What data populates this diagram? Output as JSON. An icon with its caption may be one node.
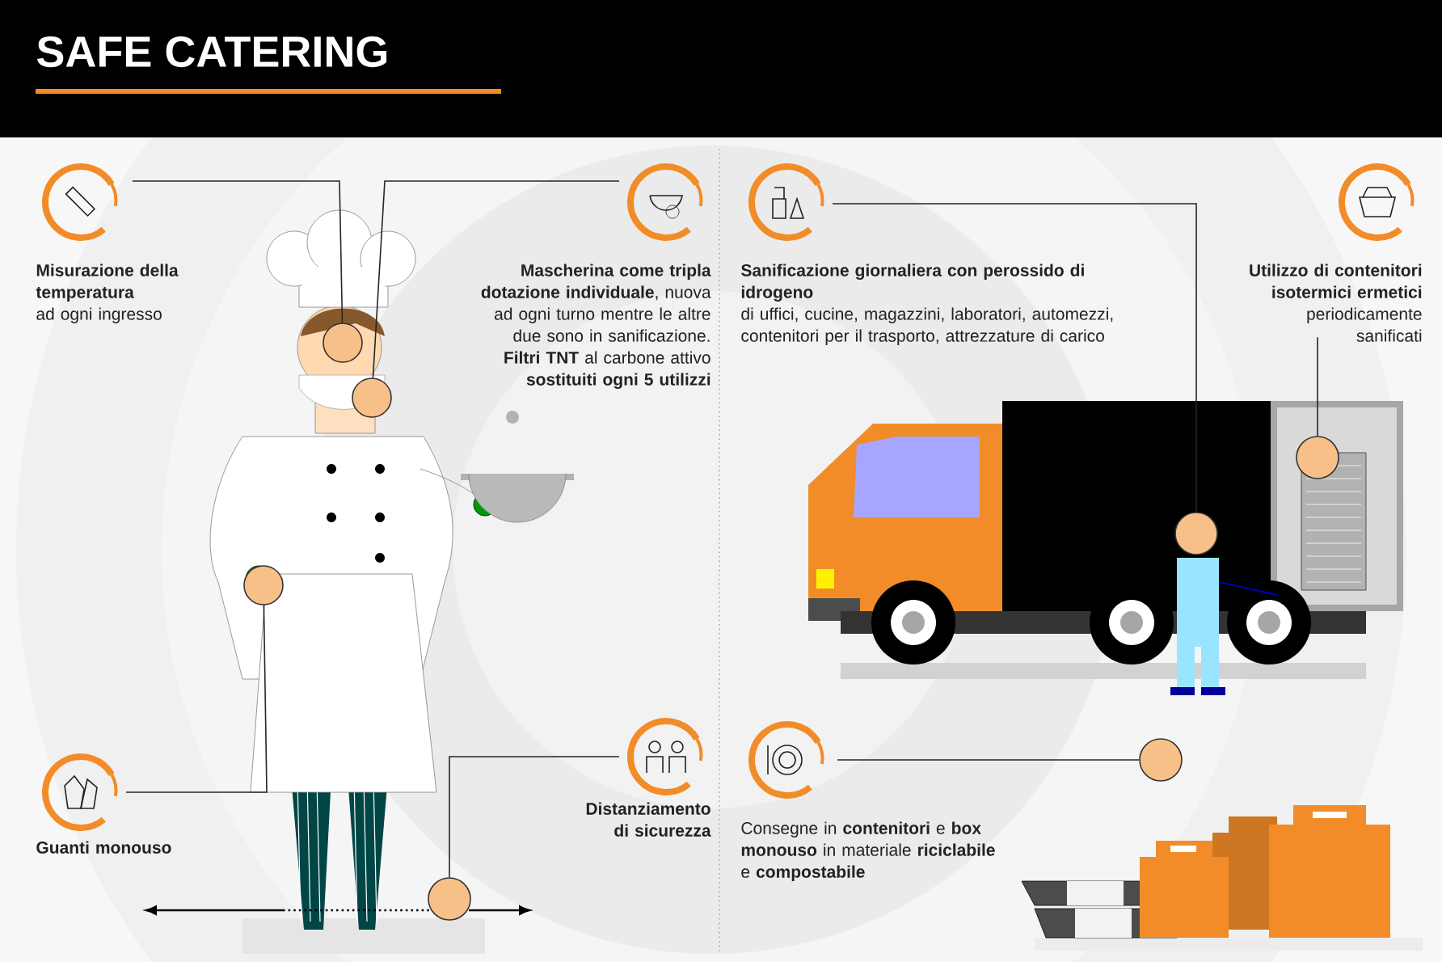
{
  "diagram": {
    "title": "SAFE CATERING",
    "nodes": [
      {
        "text": [
          "Misurazione della temperatura",
          "ad ogni ingresso"
        ]
      },
      {
        "text": [
          "**Mascherina come tripla dotazione individuale**, nuova ad ogni turno mentre le altre due sono in sanificazione. **Filtri TNT** al carbone attivo **sostituiti ogni 5 utilizzi**"
        ]
      },
      {
        "text": [
          "Sanificazione giornaliera con perossido di idrogeno",
          "di uffici, cucine, magazzini, laboratori, automezzi, contenitori per il trasporto, attrezzature di carico"
        ]
      },
      {
        "text": [
          "Utilizzo di contenitori isotermici ermetici",
          "periodicamente sanificati"
        ]
      },
      {
        "text": [
          "Guanti monouso"
        ]
      },
      {
        "text": [
          "Distanziamento di sicurezza"
        ]
      },
      {
        "text": [
          "Consegne in **contenitori** e **box monouso** in materiale **riciclabile** e **compostabile**"
        ]
      },
      {
        "text": [],
        "shape": "circle"
      },
      {
        "text": [],
        "shape": "circle"
      },
      {
        "text": [],
        "shape": "circle"
      },
      {
        "text": [],
        "shape": "circle"
      },
      {
        "text": [],
        "shape": "circle"
      },
      {
        "text": [],
        "shape": "circle"
      },
      {
        "text": [],
        "shape": "circle"
      }
    ],
    "edges": [
      {
        "from": 0,
        "to": 7,
        "arrow": "none"
      },
      {
        "from": 1,
        "to": 8,
        "arrow": "none"
      },
      {
        "from": 2,
        "to": 9,
        "arrow": "none"
      },
      {
        "from": 3,
        "to": 10,
        "arrow": "none"
      },
      {
        "from": 4,
        "to": 11,
        "arrow": "none"
      },
      {
        "from": 5,
        "to": 12,
        "arrow": "none"
      },
      {
        "from": 6,
        "to": 13,
        "arrow": "none"
      }
    ]
  }
}
